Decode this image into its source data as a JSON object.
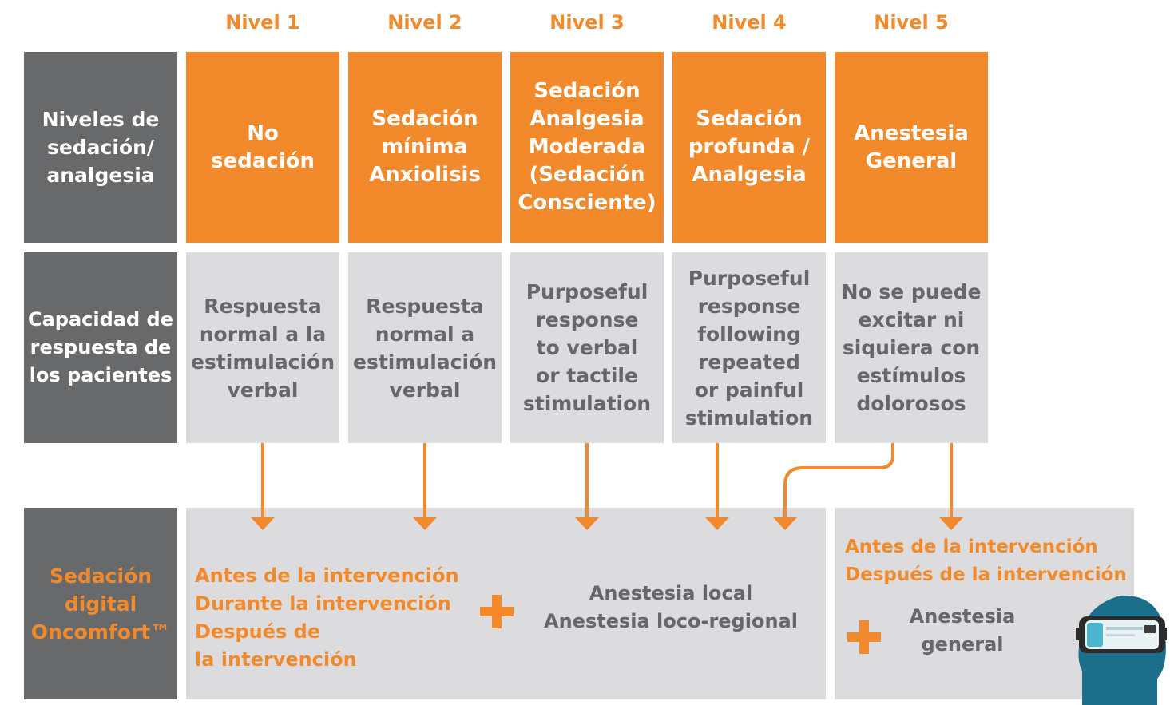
{
  "levels": [
    "Nivel 1",
    "Nivel 2",
    "Nivel 3",
    "Nivel 4",
    "Nivel 5"
  ],
  "row_labels": {
    "sedation_levels": "Niveles de\nsedación/\nanalgesia",
    "patient_response": "Capacidad de\nrespuesta de\nlos pacientes",
    "digital_sedation": "Sedación\ndigital\nOncomfort™"
  },
  "sedation_levels": [
    "No\nsedación",
    "Sedación\nmínima\nAnxiolisis",
    "Sedación\nAnalgesia\nModerada\n(Sedación\nConsciente)",
    "Sedación\nprofunda /\nAnalgesia",
    "Anestesia\nGeneral"
  ],
  "patient_response": [
    "Respuesta\nnormal a la\nestimulación\nverbal",
    "Respuesta\nnormal a\nestimulación\nverbal",
    "Purposeful\nresponse\nto verbal\nor tactile\nstimulation",
    "Purposeful\nresponse\nfollowing\nrepeated\nor painful\nstimulation",
    "No se puede\nexcitar ni\nsiquiera con\nestímulos\ndolorosos"
  ],
  "left_panel": {
    "timing": "Antes de la intervención\nDurante la intervención\nDespués de\nla intervención",
    "anesthesia": "Anestesia local\nAnestesia loco-regional"
  },
  "right_panel": {
    "timing": "Antes de la intervención\nDespués de la intervención",
    "anesthesia": "Anestesia\ngeneral"
  },
  "icons": [
    "plus-icon",
    "arrow-down-icon",
    "vr-headset-head-icon"
  ],
  "colors": {
    "accent_orange": "#f28a2c",
    "row_label_grey": "#68696b",
    "cell_grey": "#dcdcde",
    "text_grey": "#66676a",
    "headset_teal": "#1b6f8a"
  }
}
